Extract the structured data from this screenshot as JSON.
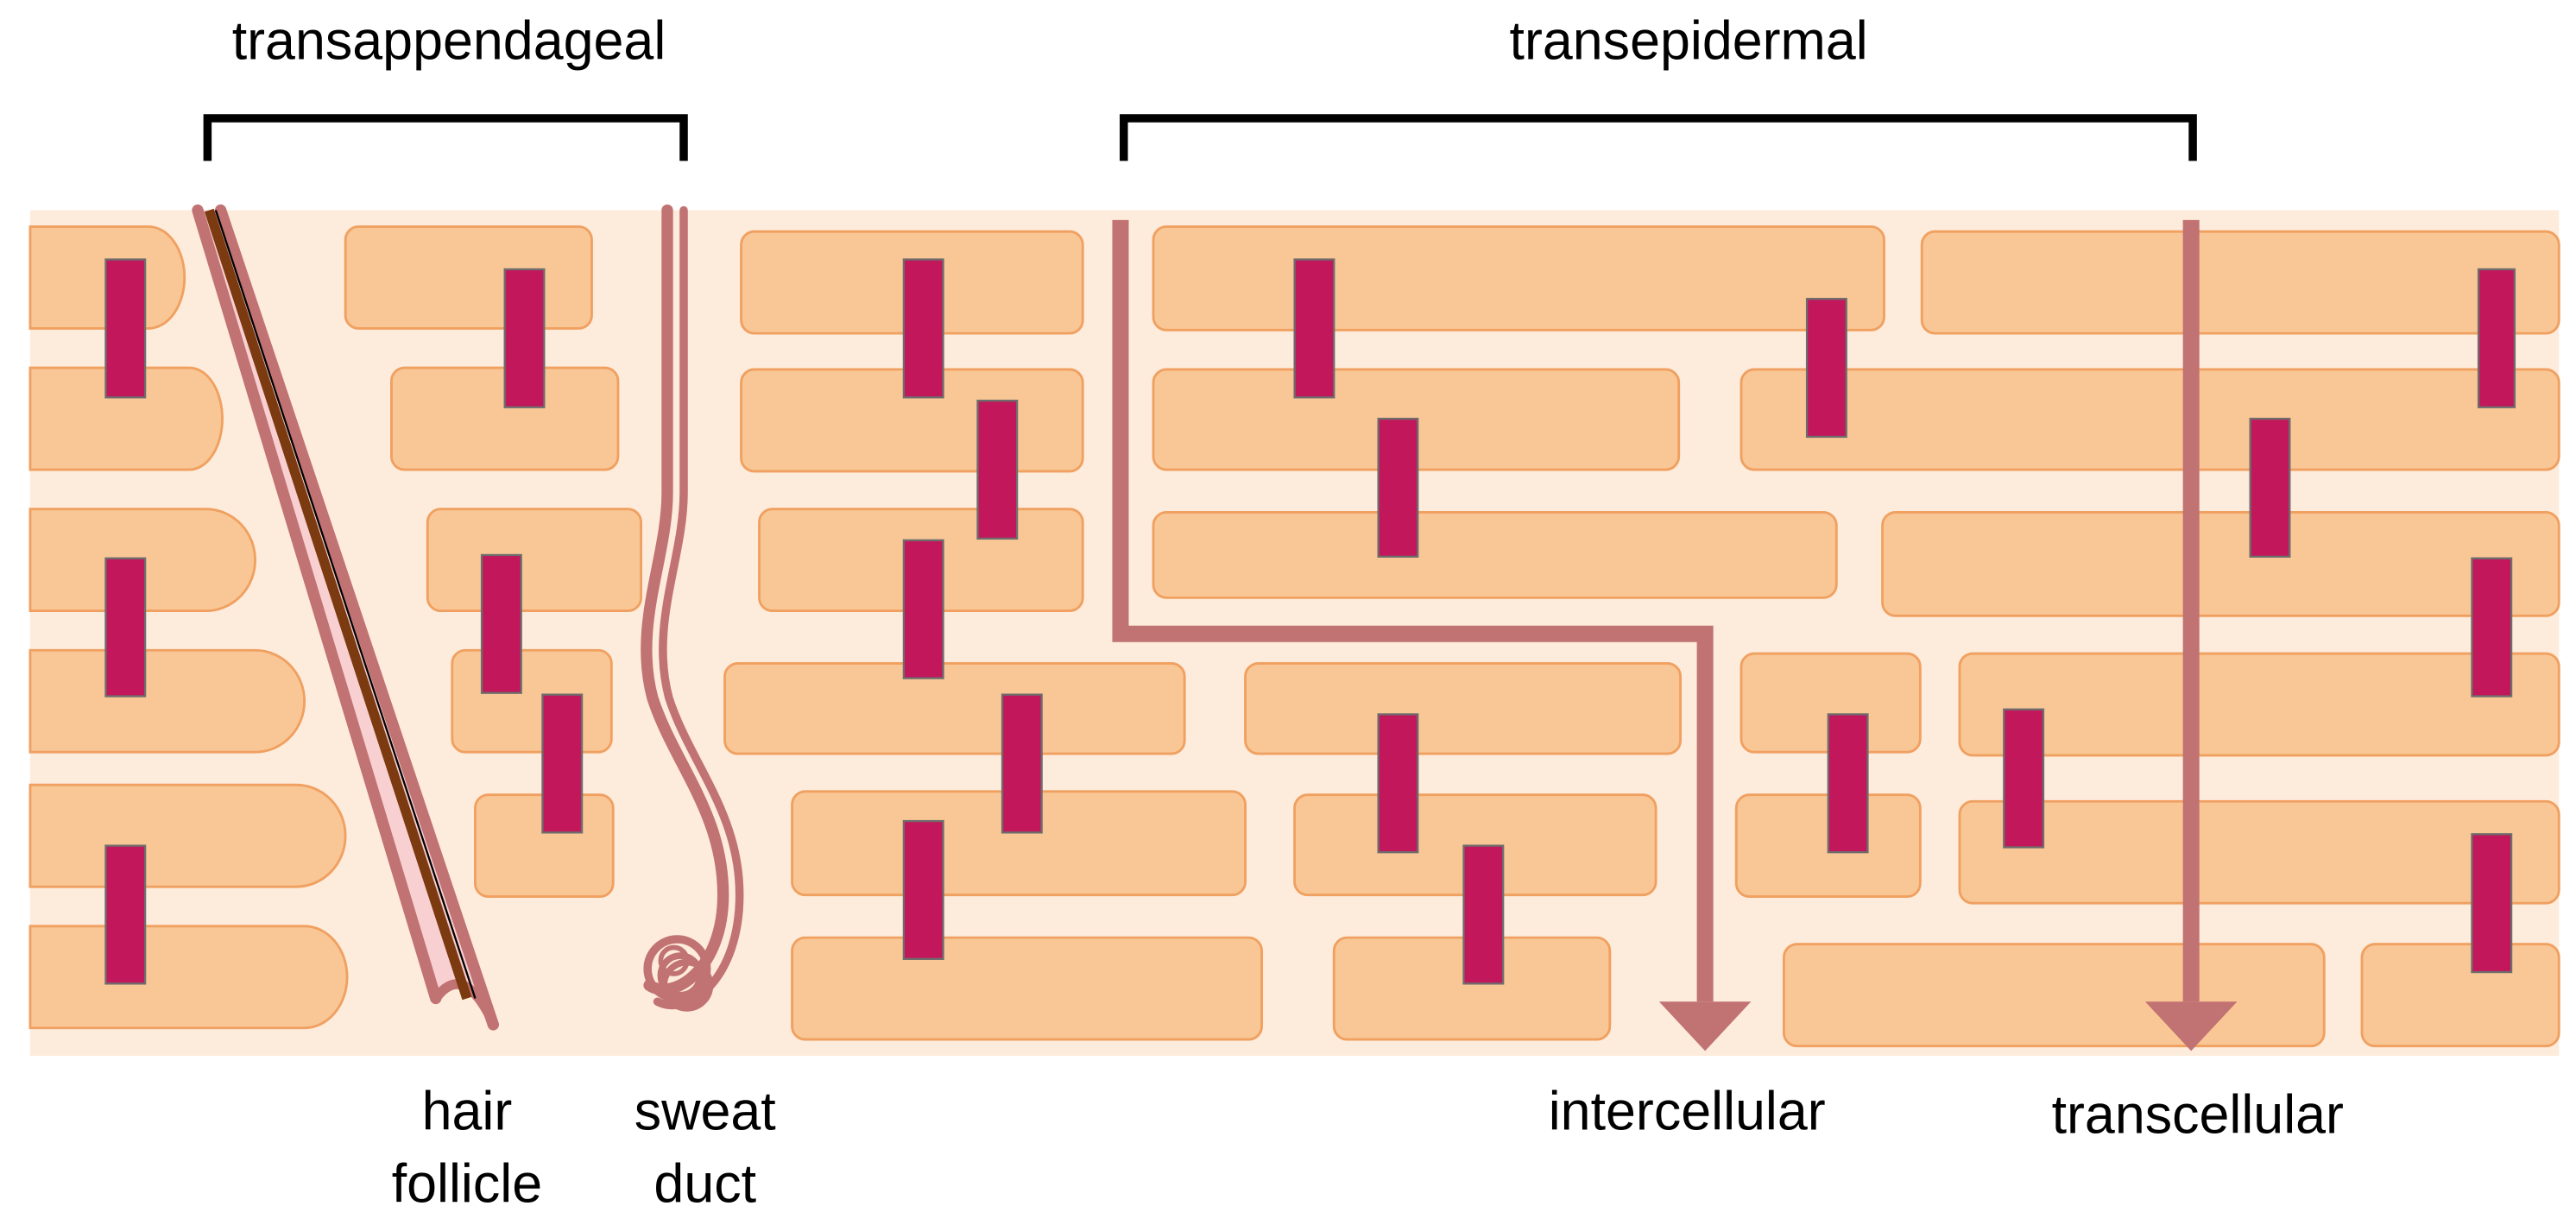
{
  "labels": {
    "transappendageal": "transappendageal",
    "transepidermal": "transepidermal",
    "hair_line1": "hair",
    "hair_line2": "follicle",
    "sweat_line1": "sweat",
    "sweat_line2": "duct",
    "intercellular": "intercellular",
    "transcellular": "transcellular"
  },
  "colors": {
    "skin_background": "#FDEBDB",
    "cell_fill": "#F9C795",
    "cell_stroke": "#F0A060",
    "lipid_fill": "#C2185B",
    "lipid_stroke": "#6D6D6D",
    "pathway": "#C17272",
    "hair_shaft": "#7B3A10",
    "bracket": "#000000"
  }
}
